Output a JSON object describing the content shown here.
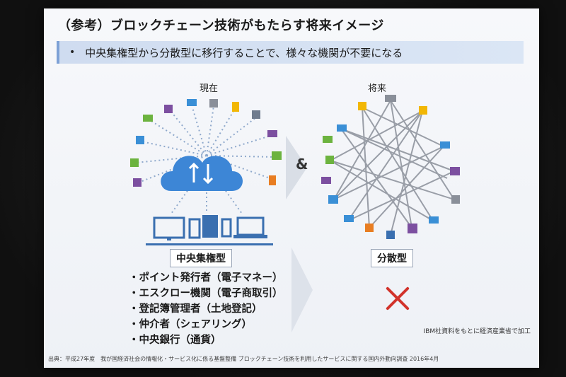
{
  "slide": {
    "title": "（参考）ブロックチェーン技術がもたらす将来イメージ",
    "banner": {
      "bullet": "•",
      "text": "中央集権型から分散型に移行することで、様々な機関が不要になる"
    },
    "left": {
      "heading": "現在",
      "box_label": "中央集権型",
      "items": [
        "・ポイント発行者（電子マネー）",
        "・エスクロー機関（電子商取引）",
        "・登記簿管理者（土地登記）",
        "・仲介者（シェアリング）",
        "・中央銀行（通貨）"
      ]
    },
    "connector": "&",
    "right": {
      "heading": "将来",
      "box_label": "分散型"
    },
    "source_note": "IBM社資料をもとに経済産業省で加工",
    "citation": "出典：平成27年度　我が国経済社会の情報化・サービス化に係る基盤整備 ブロックチェーン技術を利用したサービスに関する国内外動向調査 2016年4月"
  },
  "colors": {
    "cloud": "#3d86d6",
    "cross": "#d2332b",
    "banner": "#d6e2f3",
    "network_line": "#8a8f99"
  },
  "icons": [
    "car-icon",
    "shopping-bag-icon",
    "cctv-camera-icon",
    "bottle-icon",
    "shopping-cart-icon",
    "speaker-icon",
    "pill-icon",
    "forklift-icon",
    "monitor-icon",
    "door-icon",
    "oil-barrel-icon",
    "laptop-icon",
    "tablet-icon",
    "smartphone-icon",
    "cloud-icon",
    "truck-icon"
  ]
}
